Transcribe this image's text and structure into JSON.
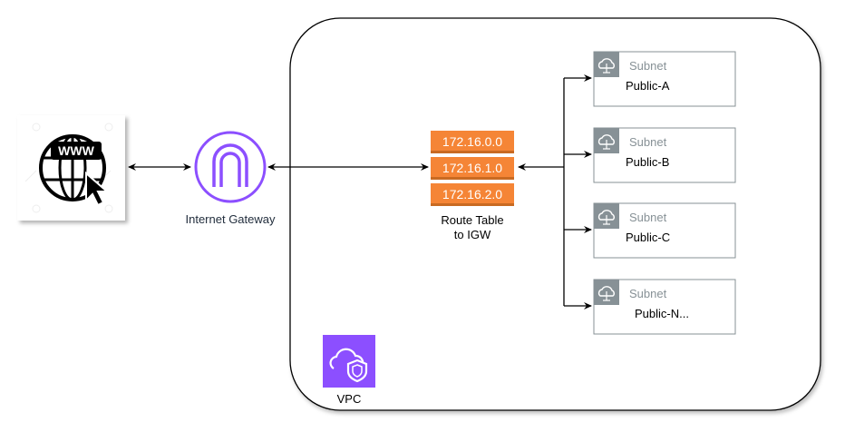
{
  "internet": {
    "icon": "www-globe-cursor-icon",
    "globe_label": "WWW"
  },
  "gateway": {
    "label": "Internet Gateway",
    "icon": "internet-gateway-icon",
    "color": "#8C4FFF"
  },
  "route_table": {
    "entries": [
      "172.16.0.0",
      "172.16.1.0",
      "172.16.2.0"
    ],
    "label_line1": "Route Table",
    "label_line2": "to IGW",
    "color": "#F58536"
  },
  "subnets": [
    {
      "type_label": "Subnet",
      "name": "Public-A"
    },
    {
      "type_label": "Subnet",
      "name": "Public-B"
    },
    {
      "type_label": "Subnet",
      "name": "Public-C"
    },
    {
      "type_label": "Subnet",
      "name": "Public-N..."
    }
  ],
  "subnet_icon": "cloud-subnet-icon",
  "vpc": {
    "label": "VPC",
    "icon": "vpc-cloud-shield-icon",
    "color": "#8C4FFF"
  },
  "colors": {
    "subnet_gray": "#879196",
    "line": "#000000"
  }
}
